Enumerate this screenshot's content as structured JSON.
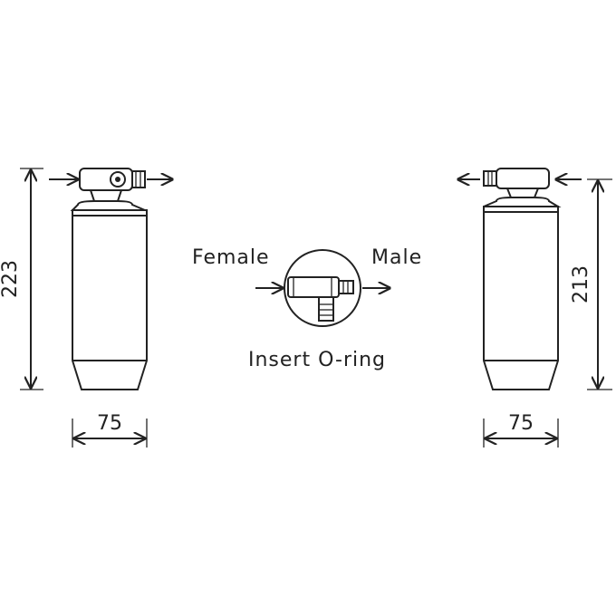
{
  "left_part": {
    "height_dimension": "223",
    "width_dimension": "75"
  },
  "right_part": {
    "height_dimension": "213",
    "width_dimension": "75"
  },
  "connector_detail": {
    "female_label": "Female",
    "male_label": "Male",
    "insert_label": "Insert O-ring"
  },
  "colors": {
    "line": "#222222",
    "background": "#ffffff"
  }
}
